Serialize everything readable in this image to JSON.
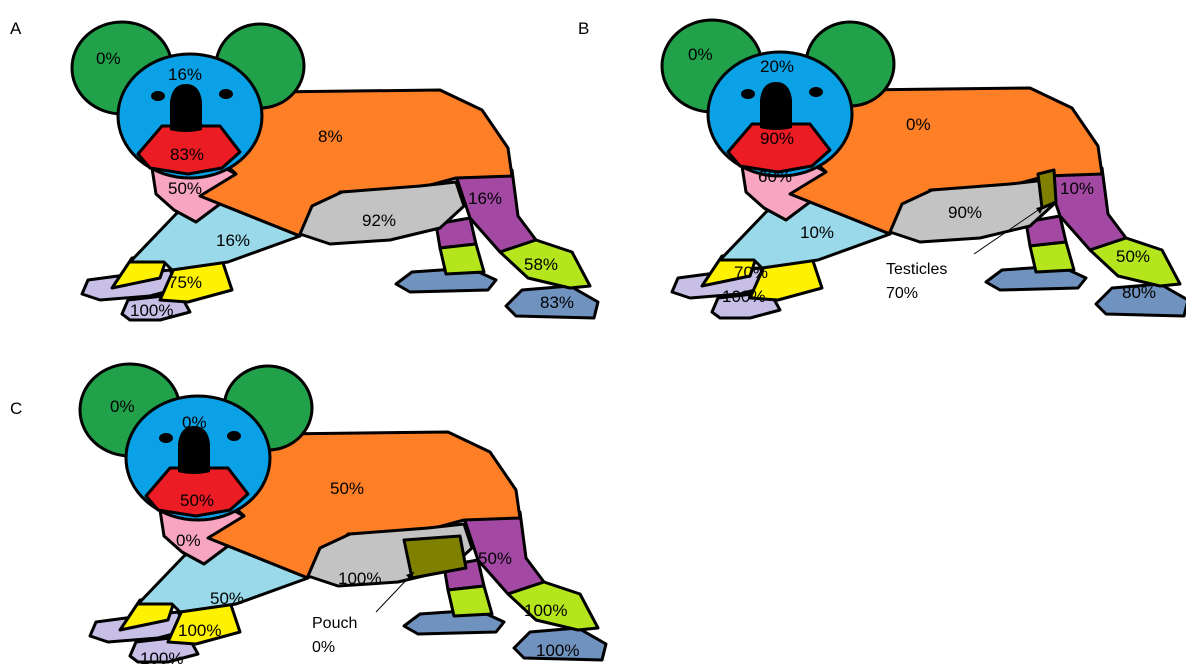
{
  "colors": {
    "ear": "#22a14b",
    "head": "#0aa1e6",
    "nose": "#000000",
    "chin": "#ec1c24",
    "body": "#ff7f27",
    "neck": "#f8a5c2",
    "chest": "#99d9ea",
    "belly": "#c3c3c3",
    "front_foot_near": "#fff200",
    "front_foot_far": "#c8bfe7",
    "hind_thigh": "#a349a4",
    "hind_shin": "#b5e61d",
    "hind_foot": "#7092be",
    "genital": "#808000"
  },
  "panels": [
    {
      "letter": "A",
      "labels": {
        "ear": "0%",
        "head": "16%",
        "chin": "83%",
        "body": "8%",
        "neck": "50%",
        "belly": "92%",
        "chest": "16%",
        "front_foot_near": "75%",
        "front_foot_far": "100%",
        "hind_thigh": "16%",
        "hind_shin": "58%",
        "hind_foot": "83%"
      }
    },
    {
      "letter": "B",
      "labels": {
        "ear": "0%",
        "head": "20%",
        "chin": "90%",
        "body": "0%",
        "neck": "60%",
        "belly": "90%",
        "chest": "10%",
        "front_foot_near": "70%",
        "front_foot_far": "100%",
        "hind_thigh": "10%",
        "hind_shin": "50%",
        "hind_foot": "80%"
      },
      "genital": {
        "name": "Testicles",
        "value": "70%"
      }
    },
    {
      "letter": "C",
      "labels": {
        "ear": "0%",
        "head": "0%",
        "chin": "50%",
        "body": "50%",
        "neck": "0%",
        "belly": "100%",
        "chest": "50%",
        "front_foot_near": "100%",
        "front_foot_far": "100%",
        "hind_thigh": "50%",
        "hind_shin": "100%",
        "hind_foot": "100%"
      },
      "genital": {
        "name": "Pouch",
        "value": "0%"
      }
    }
  ]
}
